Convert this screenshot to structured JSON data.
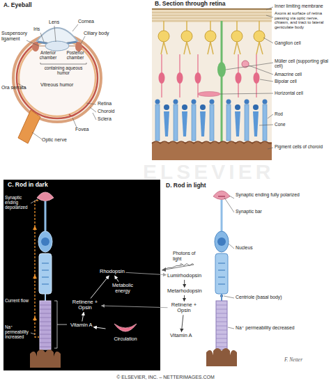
{
  "diagram": {
    "nodes": [
      {
        "text": [
          "C. Rod in dark"
        ]
      },
      {
        "text": [
          "Rhodopsin"
        ],
        "in": 0
      },
      {
        "text": [
          "Metabolic energy"
        ],
        "in": 0
      },
      {
        "text": [
          "Retinene + Opsin"
        ],
        "in": 0
      },
      {
        "text": [
          "Vitamin A"
        ],
        "in": 0
      },
      {
        "text": [
          "Circulation"
        ],
        "in": 0
      },
      {
        "text": [
          "Lumirhodopsin"
        ]
      },
      {
        "text": [
          "Metarhodopsin"
        ]
      },
      {
        "text": [
          "Retinene + Opsin"
        ]
      },
      {
        "text": [
          "Vitamin A"
        ]
      }
    ],
    "edges": [
      {
        "from": 1,
        "to": 6,
        "arrow": "to"
      },
      {
        "from": 6,
        "to": 7,
        "arrow": "to"
      },
      {
        "from": 7,
        "to": 8,
        "arrow": "to"
      },
      {
        "from": 8,
        "to": 9,
        "arrow": "to"
      },
      {
        "from": 8,
        "to": 3,
        "arrow": "to"
      },
      {
        "from": 4,
        "to": 3,
        "arrow": "to"
      },
      {
        "from": 3,
        "to": 1,
        "arrow": "to"
      },
      {
        "from": 2,
        "to": 1,
        "arrow": "to"
      },
      {
        "from": 5,
        "to": 4,
        "arrow": "to"
      }
    ],
    "labels": [
      "A. Eyeball",
      "Lens",
      "Iris",
      "Cornea",
      "Suspensory ligament",
      "Ciliary body",
      "Anterior chamber",
      "Posterior chamber",
      "containing aqueous humor",
      "Ora serrata",
      "Vitreous humor",
      "Retina",
      "Choroid",
      "Sclera",
      "Fovea",
      "Optic nerve",
      "B. Section through retina",
      "Inner limiting membrane",
      "Axons at surface of retina passing via optic nerve, chiasm, and tract to lateral geniculate body",
      "Ganglion cell",
      "Müller cell (supporting glial cell)",
      "Amacrine cell",
      "Bipolar cell",
      "Horizontal cell",
      "Rod",
      "Cone",
      "Pigment cells of choroid",
      "Synaptic ending depolarized",
      "Current flow",
      "Na⁺ permeability increased",
      "D. Rod in light",
      "Synaptic ending fully polarized",
      "Synaptic bar",
      "Nucleus",
      "Photons of light",
      "Centriole (basal body)",
      "Na⁺ permeability decreased",
      "ELSEVIER",
      "F. Netter",
      "© ELSEVIER, INC. – NETTERIMAGES.COM"
    ]
  }
}
